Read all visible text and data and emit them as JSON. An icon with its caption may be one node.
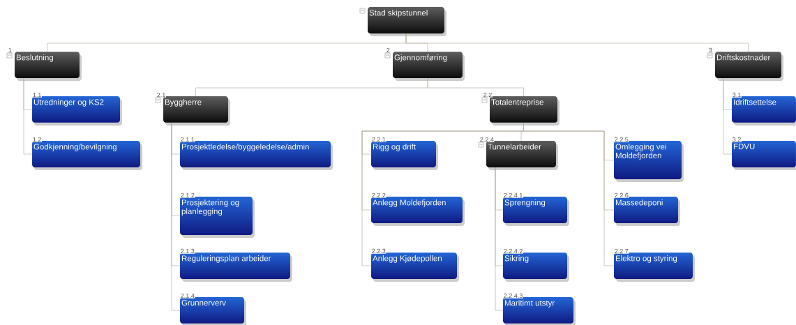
{
  "diagram": {
    "nodes": [
      {
        "text": [
          "Stad skipstunnel"
        ]
      },
      {
        "text": [
          "Beslutning"
        ],
        "beside": [
          "1"
        ]
      },
      {
        "text": [
          "Gjennomføring"
        ],
        "beside": [
          "2"
        ]
      },
      {
        "text": [
          "Driftskostnader"
        ],
        "beside": [
          "3"
        ]
      },
      {
        "text": [
          "Utredninger og KS2"
        ],
        "beside": [
          "1.1"
        ]
      },
      {
        "text": [
          "Godkjenning/bevilgning"
        ],
        "beside": [
          "1.2"
        ]
      },
      {
        "text": [
          "Byggherre"
        ],
        "beside": [
          "2.1"
        ]
      },
      {
        "text": [
          "Totalentreprise"
        ],
        "beside": [
          "2.2"
        ]
      },
      {
        "text": [
          "Prosjektledelse/byggeledelse/admin"
        ],
        "beside": [
          "2.1.1"
        ]
      },
      {
        "text": [
          "Prosjektering og planlegging"
        ],
        "beside": [
          "2.1.2"
        ]
      },
      {
        "text": [
          "Reguleringsplan arbeider"
        ],
        "beside": [
          "2.1.3"
        ]
      },
      {
        "text": [
          "Grunnerverv"
        ],
        "beside": [
          "2.1.4"
        ]
      },
      {
        "text": [
          "Rigg og drift"
        ],
        "beside": [
          "2.2.1"
        ]
      },
      {
        "text": [
          "Anlegg Moldefjorden"
        ],
        "beside": [
          "2.2.2"
        ]
      },
      {
        "text": [
          "Anlegg Kjødepollen"
        ],
        "beside": [
          "2.2.3"
        ]
      },
      {
        "text": [
          "Tunnelarbeider"
        ],
        "beside": [
          "2.2.4"
        ]
      },
      {
        "text": [
          "Sprengning"
        ],
        "beside": [
          "2.2.4.1"
        ]
      },
      {
        "text": [
          "Sikring"
        ],
        "beside": [
          "2.2.4.2"
        ]
      },
      {
        "text": [
          "Maritimt utstyr"
        ],
        "beside": [
          "2.2.4.3"
        ]
      },
      {
        "text": [
          "Omlegging vei Moldefjorden"
        ],
        "beside": [
          "2.2.5"
        ]
      },
      {
        "text": [
          "Massedeponi"
        ],
        "beside": [
          "2.2.6"
        ]
      },
      {
        "text": [
          "Elektro og styring"
        ],
        "beside": [
          "2.2.7"
        ]
      },
      {
        "text": [
          "Idriftsettelse"
        ],
        "beside": [
          "3.1"
        ]
      },
      {
        "text": [
          "FDVU"
        ],
        "beside": [
          "3.2"
        ]
      }
    ],
    "edges": [
      {
        "from": 0,
        "to": 1,
        "arrow": "none"
      },
      {
        "from": 0,
        "to": 2,
        "arrow": "none"
      },
      {
        "from": 0,
        "to": 3,
        "arrow": "none"
      },
      {
        "from": 1,
        "to": 4,
        "arrow": "none"
      },
      {
        "from": 1,
        "to": 5,
        "arrow": "none"
      },
      {
        "from": 2,
        "to": 6,
        "arrow": "none"
      },
      {
        "from": 2,
        "to": 7,
        "arrow": "none"
      },
      {
        "from": 6,
        "to": 8,
        "arrow": "none"
      },
      {
        "from": 6,
        "to": 9,
        "arrow": "none"
      },
      {
        "from": 6,
        "to": 10,
        "arrow": "none"
      },
      {
        "from": 6,
        "to": 11,
        "arrow": "none"
      },
      {
        "from": 7,
        "to": 12,
        "arrow": "none"
      },
      {
        "from": 7,
        "to": 13,
        "arrow": "none"
      },
      {
        "from": 7,
        "to": 14,
        "arrow": "none"
      },
      {
        "from": 7,
        "to": 15,
        "arrow": "none"
      },
      {
        "from": 15,
        "to": 16,
        "arrow": "none"
      },
      {
        "from": 15,
        "to": 17,
        "arrow": "none"
      },
      {
        "from": 15,
        "to": 18,
        "arrow": "none"
      },
      {
        "from": 7,
        "to": 19,
        "arrow": "none"
      },
      {
        "from": 7,
        "to": 20,
        "arrow": "none"
      },
      {
        "from": 7,
        "to": 21,
        "arrow": "none"
      },
      {
        "from": 3,
        "to": 22,
        "arrow": "none"
      },
      {
        "from": 3,
        "to": 23,
        "arrow": "none"
      }
    ]
  }
}
